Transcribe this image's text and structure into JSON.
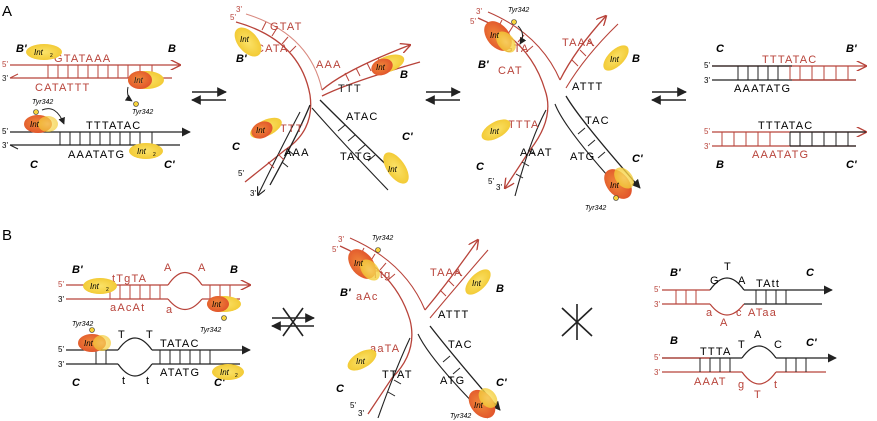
{
  "colors": {
    "red": "#b8433a",
    "red_light": "#d98a80",
    "black": "#222222",
    "int_orange": "#e8632b",
    "int_yellow": "#f6d23c"
  },
  "panels": {
    "a": "A",
    "b": "B"
  },
  "sites": {
    "b": "B",
    "b_prime": "B'",
    "c": "C",
    "c_prime": "C'"
  },
  "ends": {
    "five": "5'",
    "three": "3'"
  },
  "protein": {
    "int": "Int",
    "tyr": "Tyr342",
    "sub": "2"
  },
  "seqA": {
    "bp_top": "GTATAAA",
    "bp_bottom": "CATATTT",
    "c_top": "TTTATAC",
    "c_bottom": "AAATATG",
    "hj1_red_top": "GTAT",
    "hj1_red_bottom": "CATA",
    "hj1_aaa": "AAA",
    "hj1_ttt": "TTT",
    "hj1_atac": "ATAC",
    "hj1_tatg": "TATG",
    "hj1_ttt2": "TTT",
    "hj1_aaa2": "AAA",
    "hj2_gta": "GTA",
    "hj2_cat": "CAT",
    "hj2_taaa": "TAAA",
    "hj2_attt": "ATTT",
    "hj2_ttta": "TTTA",
    "hj2_aaat": "AAAT",
    "hj2_tac": "TAC",
    "hj2_atg": "ATG",
    "p_cb_top": "TTTATAC",
    "p_cb_bottom": "AAATATG",
    "p_bc_top": "TTTATAC",
    "p_bc_bottom": "AAATATG"
  },
  "seqB": {
    "bp_top": "tTgTA",
    "bp_top_a1": "A",
    "bp_top_a2": "A",
    "bp_bottom": "aAcAt",
    "bp_bottom_a": "a",
    "c_t1": "T",
    "c_t2": "T",
    "c_top": "TATAC",
    "c_bottom": "ATATG",
    "c_low_t1": "t",
    "c_low_t2": "t",
    "hj_ttg": "Ttg",
    "hj_aac": "aAc",
    "hj_taaa": "TAAA",
    "hj_attt": "ATTT",
    "hj_aata": "aaTA",
    "hj_ttat": "TTAT",
    "hj_tac": "TAC",
    "hj_atg": "ATG",
    "r1_g": "G",
    "r1_t": "T",
    "r1_a": "A",
    "r1_tatt": "TAtt",
    "r1_a2": "a",
    "r1_ca": "A",
    "r1_c": "c",
    "r1_ataa": "ATaa",
    "r2_ttta": "TTTA",
    "r2_t": "T",
    "r2_a": "A",
    "r2_c": "C",
    "r2_aaat": "AAAT",
    "r2_g": "g",
    "r2_t2": "T",
    "r2_t3": "t"
  }
}
